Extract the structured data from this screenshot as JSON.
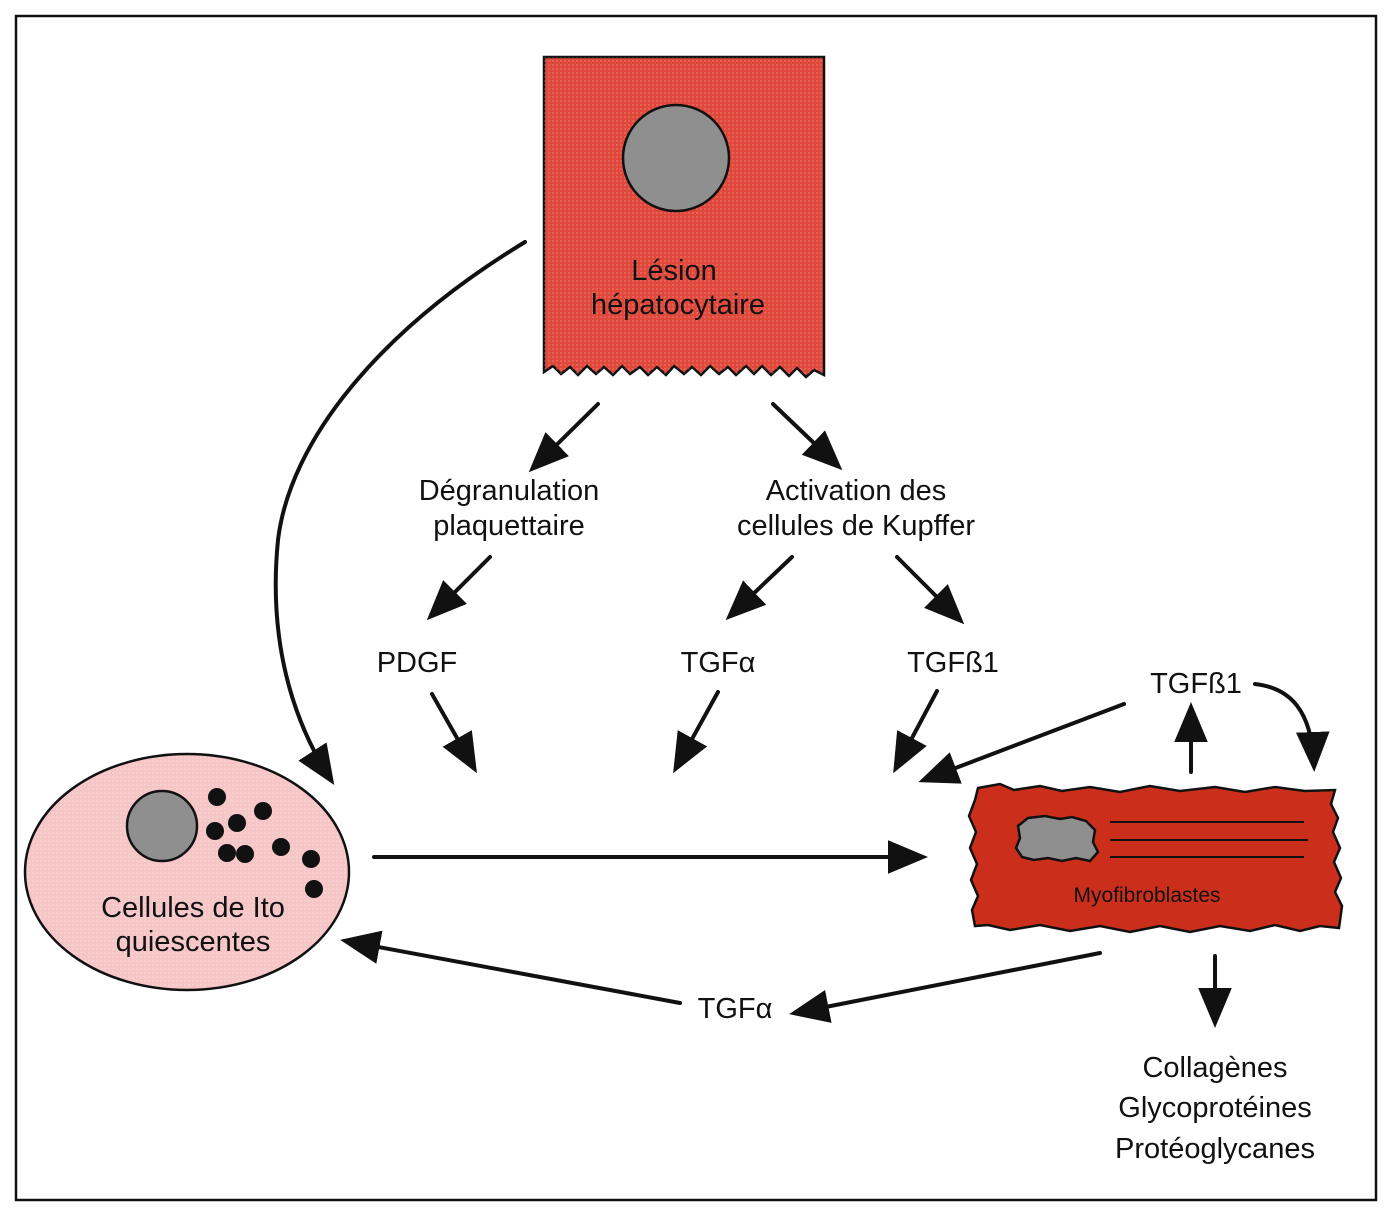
{
  "colors": {
    "hepatocyte_fill": "#e0483c",
    "myofibroblast_fill": "#cc2e1c",
    "ito_cell_fill": "#f6c6c6",
    "nucleus_fill": "#8f8f8f",
    "granule_fill": "#111111",
    "arrow_color": "#111111",
    "frame_color": "#111111"
  },
  "icons": {
    "hepatocyte": "torn-rectangle-cell-with-nucleus",
    "ito_cell": "oval-cell-with-nucleus-and-lipid-droplets",
    "myofibroblast": "torn-elongated-cell-with-fibers"
  },
  "nodes": {
    "hepatocyte": {
      "line1": "Lésion",
      "line2": "hépatocytaire"
    },
    "platelet_degranulation": {
      "line1": "Dégranulation",
      "line2": "plaquettaire"
    },
    "kupffer_activation": {
      "line1": "Activation des",
      "line2": "cellules de Kupffer"
    },
    "pdgf": "PDGF",
    "tgf_alpha_kupffer": "TGFα",
    "tgf_beta1_kupffer": "TGFß1",
    "tgf_beta1_autocrine": "TGFß1",
    "ito_cells": {
      "line1": "Cellules de Ito",
      "line2": "quiescentes"
    },
    "myofibroblasts": "Myofibroblastes",
    "tgf_alpha_feedback": "TGFα",
    "matrix_products": {
      "line1": "Collagènes",
      "line2": "Glycoprotéines",
      "line3": "Protéoglycanes"
    }
  }
}
